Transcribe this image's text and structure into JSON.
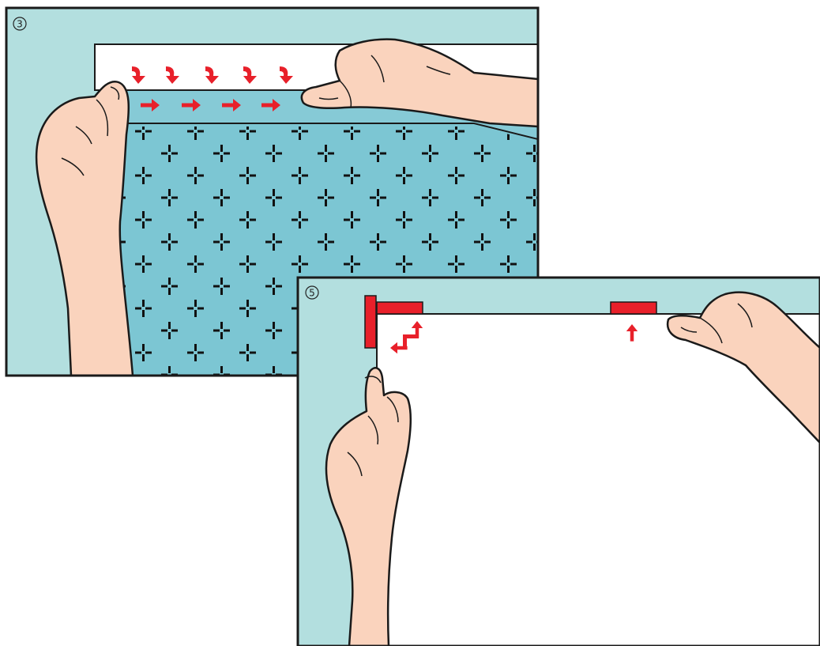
{
  "colors": {
    "background": "#ffffff",
    "panel_bg": "#b3dfdf",
    "fabric": "#7cc6d3",
    "fabric_band": "#86cad6",
    "fabric_pattern": "#111111",
    "tape": "#ffffff",
    "skin": "#fad3bd",
    "outline": "#1a1a1a",
    "accent_red": "#e8202a"
  },
  "panels": [
    {
      "step_label": "3",
      "arrow_down_count": 5,
      "arrow_right_count": 4
    },
    {
      "step_label": "5",
      "red_strip_count": 3,
      "arrow_up_count": 2,
      "arrow_left_count": 1
    }
  ],
  "icons": {
    "arrow": "arrow-icon",
    "hand": "hand-icon",
    "pattern_mark": "cross-pattern-icon"
  }
}
